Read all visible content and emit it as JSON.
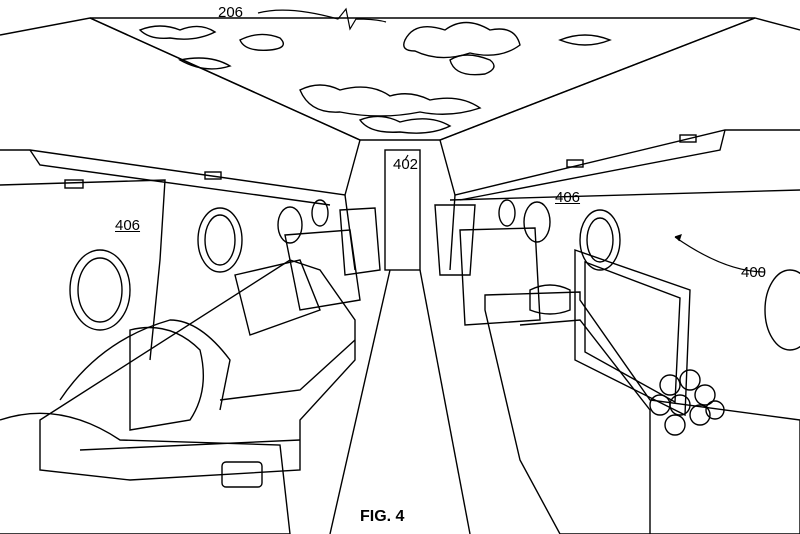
{
  "figure": {
    "caption": "FIG. 4",
    "labels": {
      "ceiling_display": "206",
      "aisle_bulkhead": "402",
      "left_wall": "406",
      "right_wall": "406",
      "cabin": "400"
    }
  }
}
